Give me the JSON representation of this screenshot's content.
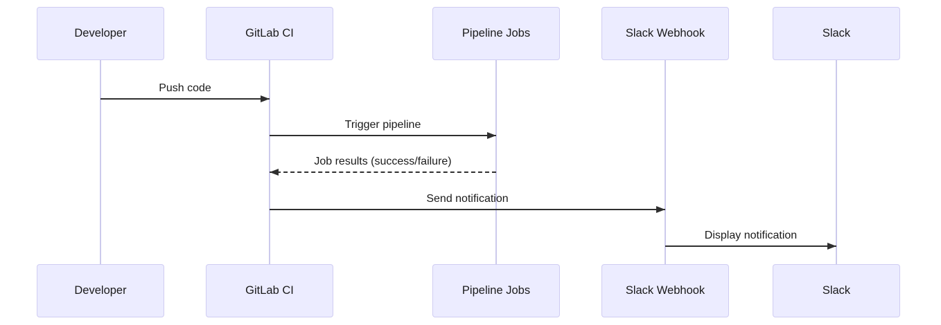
{
  "diagram": {
    "type": "sequence-diagram",
    "actors": [
      {
        "id": "developer",
        "label": "Developer"
      },
      {
        "id": "gitlab-ci",
        "label": "GitLab CI"
      },
      {
        "id": "pipeline-jobs",
        "label": "Pipeline Jobs"
      },
      {
        "id": "slack-webhook",
        "label": "Slack Webhook"
      },
      {
        "id": "slack",
        "label": "Slack"
      }
    ],
    "messages": [
      {
        "from": "Developer",
        "to": "GitLab CI",
        "label": "Push code",
        "line_style": "solid",
        "direction": "right"
      },
      {
        "from": "GitLab CI",
        "to": "Pipeline Jobs",
        "label": "Trigger pipeline",
        "line_style": "solid",
        "direction": "right"
      },
      {
        "from": "Pipeline Jobs",
        "to": "GitLab CI",
        "label": "Job results (success/failure)",
        "line_style": "dashed",
        "direction": "left"
      },
      {
        "from": "GitLab CI",
        "to": "Slack Webhook",
        "label": "Send notification",
        "line_style": "solid",
        "direction": "right"
      },
      {
        "from": "Slack Webhook",
        "to": "Slack",
        "label": "Display notification",
        "line_style": "solid",
        "direction": "right"
      }
    ],
    "colors": {
      "actor_fill": "#ECECFF",
      "actor_border": "#CFCCF2",
      "lifeline": "#CCCAEC",
      "arrow": "#2f2f2f",
      "text": "#1a1a1a",
      "background": "#FFFFFF"
    }
  }
}
